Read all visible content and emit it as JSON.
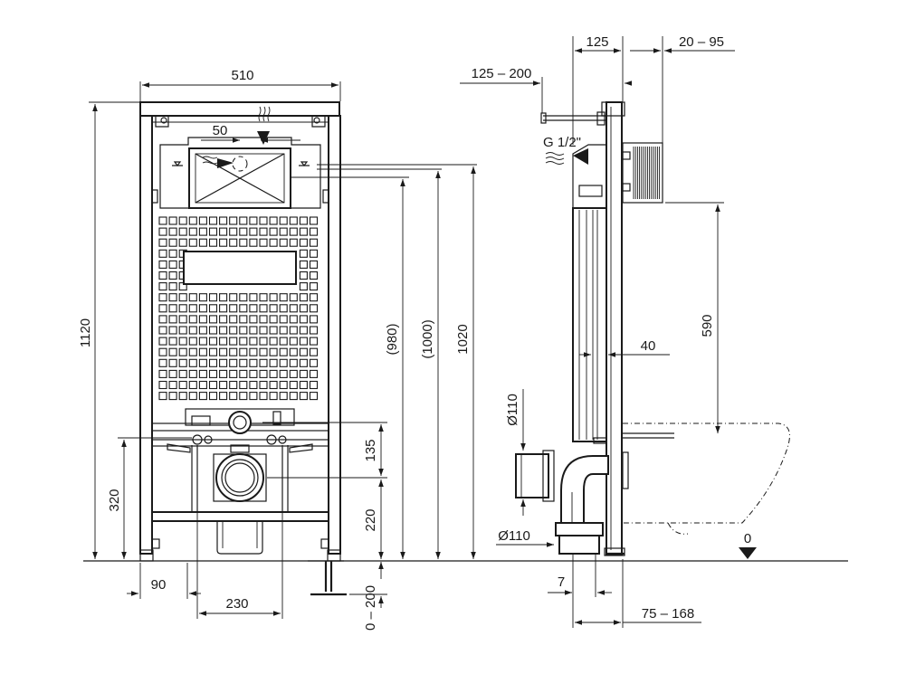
{
  "front_view": {
    "dims": {
      "width_total": "510",
      "height_total": "1120",
      "pipe_offset": "50",
      "h_980": "(980)",
      "h_1000": "(1000)",
      "h_1020": "1020",
      "h_135": "135",
      "h_220": "220",
      "h_320": "320",
      "foot_90": "90",
      "width_230": "230",
      "adjust_0_200": "0 – 200"
    }
  },
  "side_view": {
    "dims": {
      "d_125": "125",
      "d_20_95": "20 – 95",
      "d_125_200": "125 – 200",
      "thread": "G 1/2\"",
      "d_40": "40",
      "d_590": "590",
      "dia_110_top": "Ø110",
      "dia_110_bottom": "Ø110",
      "d_7": "7",
      "d_75_168": "75 – 168",
      "floor_zero": "0"
    }
  }
}
